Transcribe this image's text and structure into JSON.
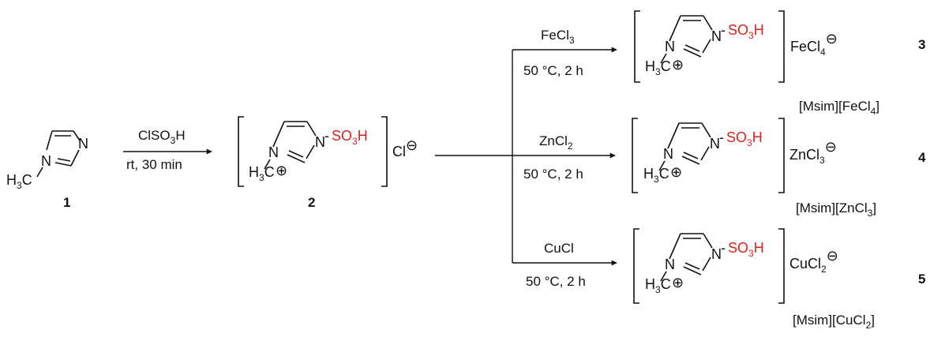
{
  "reagents": {
    "step1": {
      "top_main": "ClSO",
      "top_sub": "3",
      "top_tail": "H",
      "bottom": "rt, 30 min"
    },
    "branch_top": {
      "top_main": "FeCl",
      "top_sub": "3",
      "bottom": "50 °C, 2 h"
    },
    "branch_mid": {
      "top_main": "ZnCl",
      "top_sub": "2",
      "bottom": "50 °C, 2 h"
    },
    "branch_bot": {
      "top_main": "CuCl",
      "bottom": "50 °C, 2 h"
    }
  },
  "atoms": {
    "N": "N",
    "H3C_main": "H",
    "H3C_sub": "3",
    "H3C_tail": "C",
    "SO3H_main": "SO",
    "SO3H_sub": "3",
    "SO3H_tail": "H",
    "bond_dash": "-",
    "plus": "⊕",
    "minus": "⊖"
  },
  "compound1": {
    "number": "1"
  },
  "compound2": {
    "number": "2",
    "anion": "Cl"
  },
  "compound3": {
    "number": "3",
    "anion_main": "FeCl",
    "anion_sub": "4",
    "name_main": "[Msim][FeCl",
    "name_sub": "4",
    "name_tail": "]"
  },
  "compound4": {
    "number": "4",
    "anion_main": "ZnCl",
    "anion_sub": "3",
    "name_main": "[Msim][ZnCl",
    "name_sub": "3",
    "name_tail": "]"
  },
  "compound5": {
    "number": "5",
    "anion_main": "CuCl",
    "anion_sub": "2",
    "name_main": "[Msim][CuCl",
    "name_sub": "2",
    "name_tail": "]"
  },
  "colors": {
    "ink": "#111111",
    "accent_red": "#e0201a"
  }
}
